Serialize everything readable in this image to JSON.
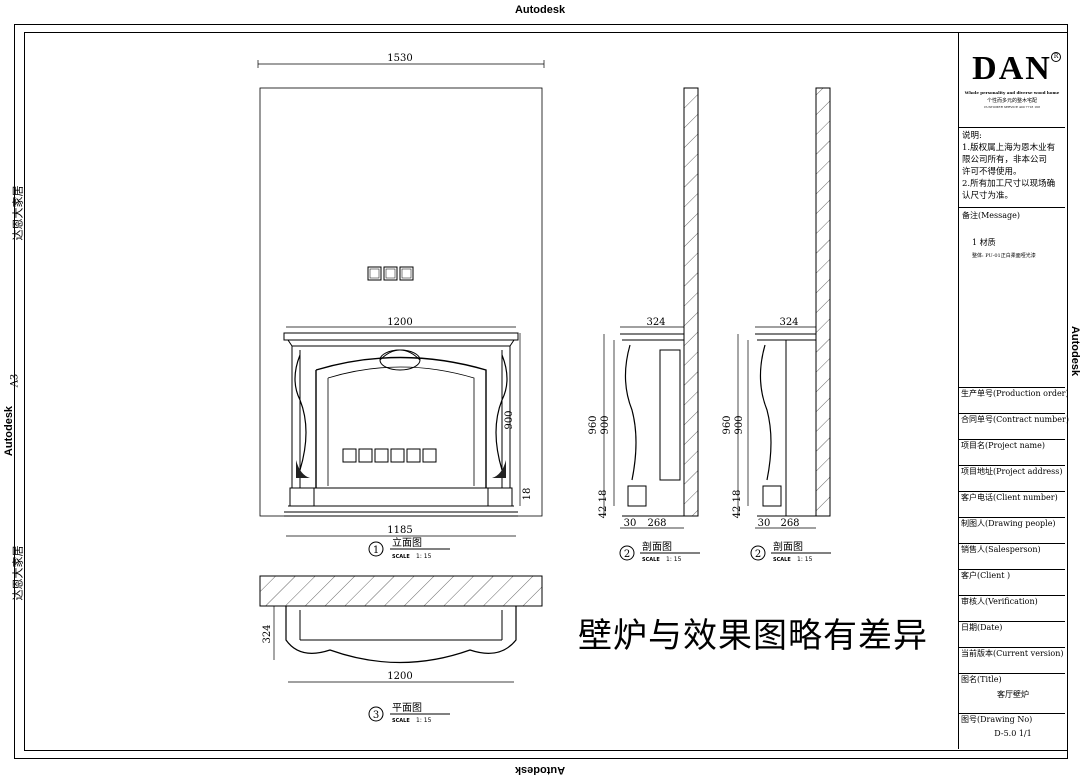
{
  "watermark": "Autodesk",
  "side_labels": {
    "brand": "达恩大家居",
    "paper": "A3"
  },
  "dimensions": {
    "elevation_width": "1530",
    "mantel_width": "1200",
    "fireplace_height": "900",
    "base_height": "18",
    "base_width": "1185",
    "section_depth": "324",
    "section_total_height": "960",
    "section_height": "900",
    "section_base1": "18",
    "section_base2": "42",
    "section_offset": "30",
    "section_inner_depth": "268",
    "plan_depth": "324",
    "plan_width": "1200"
  },
  "views": [
    {
      "number": "1",
      "title": "立面图",
      "scale_label": "SCALE",
      "scale": "1: 15"
    },
    {
      "number": "2",
      "title": "剖面图",
      "scale_label": "SCALE",
      "scale": "1: 15"
    },
    {
      "number": "2",
      "title": "剖面图",
      "scale_label": "SCALE",
      "scale": "1: 15"
    },
    {
      "number": "3",
      "title": "平面图",
      "scale_label": "SCALE",
      "scale": "1: 15"
    }
  ],
  "big_note": "壁炉与效果图略有差异",
  "title_block": {
    "logo": "DAN",
    "logo_mark": "R",
    "tagline": "Whole personality and diverse wood home",
    "tagline_cn": "个性而多元的整木宅配",
    "phone": "CUSTOMER SERVICE 400 7718 168",
    "notes_title": "说明:",
    "notes": [
      "1.版权属上海为恩木业有",
      "  限公司所有，非本公司",
      "  许可不得使用。",
      "2.所有加工尺寸以现场确",
      "  认尺寸为准。"
    ],
    "remark_label": "备注(Message)",
    "material_title": "1 材质",
    "material_detail": "整体: PU-01正白柔面哑光漆",
    "rows": [
      {
        "label": "生产单号(Production order)",
        "value": ""
      },
      {
        "label": "合同单号(Contract number)",
        "value": ""
      },
      {
        "label": "项目名(Project name)",
        "value": ""
      },
      {
        "label": "项目地址(Project address)",
        "value": ""
      },
      {
        "label": "客户电话(Client number)",
        "value": ""
      },
      {
        "label": "制图人(Drawing people)",
        "value": ""
      },
      {
        "label": "销售人(Salesperson)",
        "value": ""
      },
      {
        "label": "客户(Client )",
        "value": ""
      },
      {
        "label": "审核人(Verification)",
        "value": ""
      },
      {
        "label": "日期(Date)",
        "value": ""
      },
      {
        "label": "当前版本(Current version)",
        "value": ""
      },
      {
        "label": "图名(Title)",
        "value": "客厅壁炉"
      },
      {
        "label": "图号(Drawing No)",
        "value": "D-5.0      1/1"
      }
    ]
  }
}
